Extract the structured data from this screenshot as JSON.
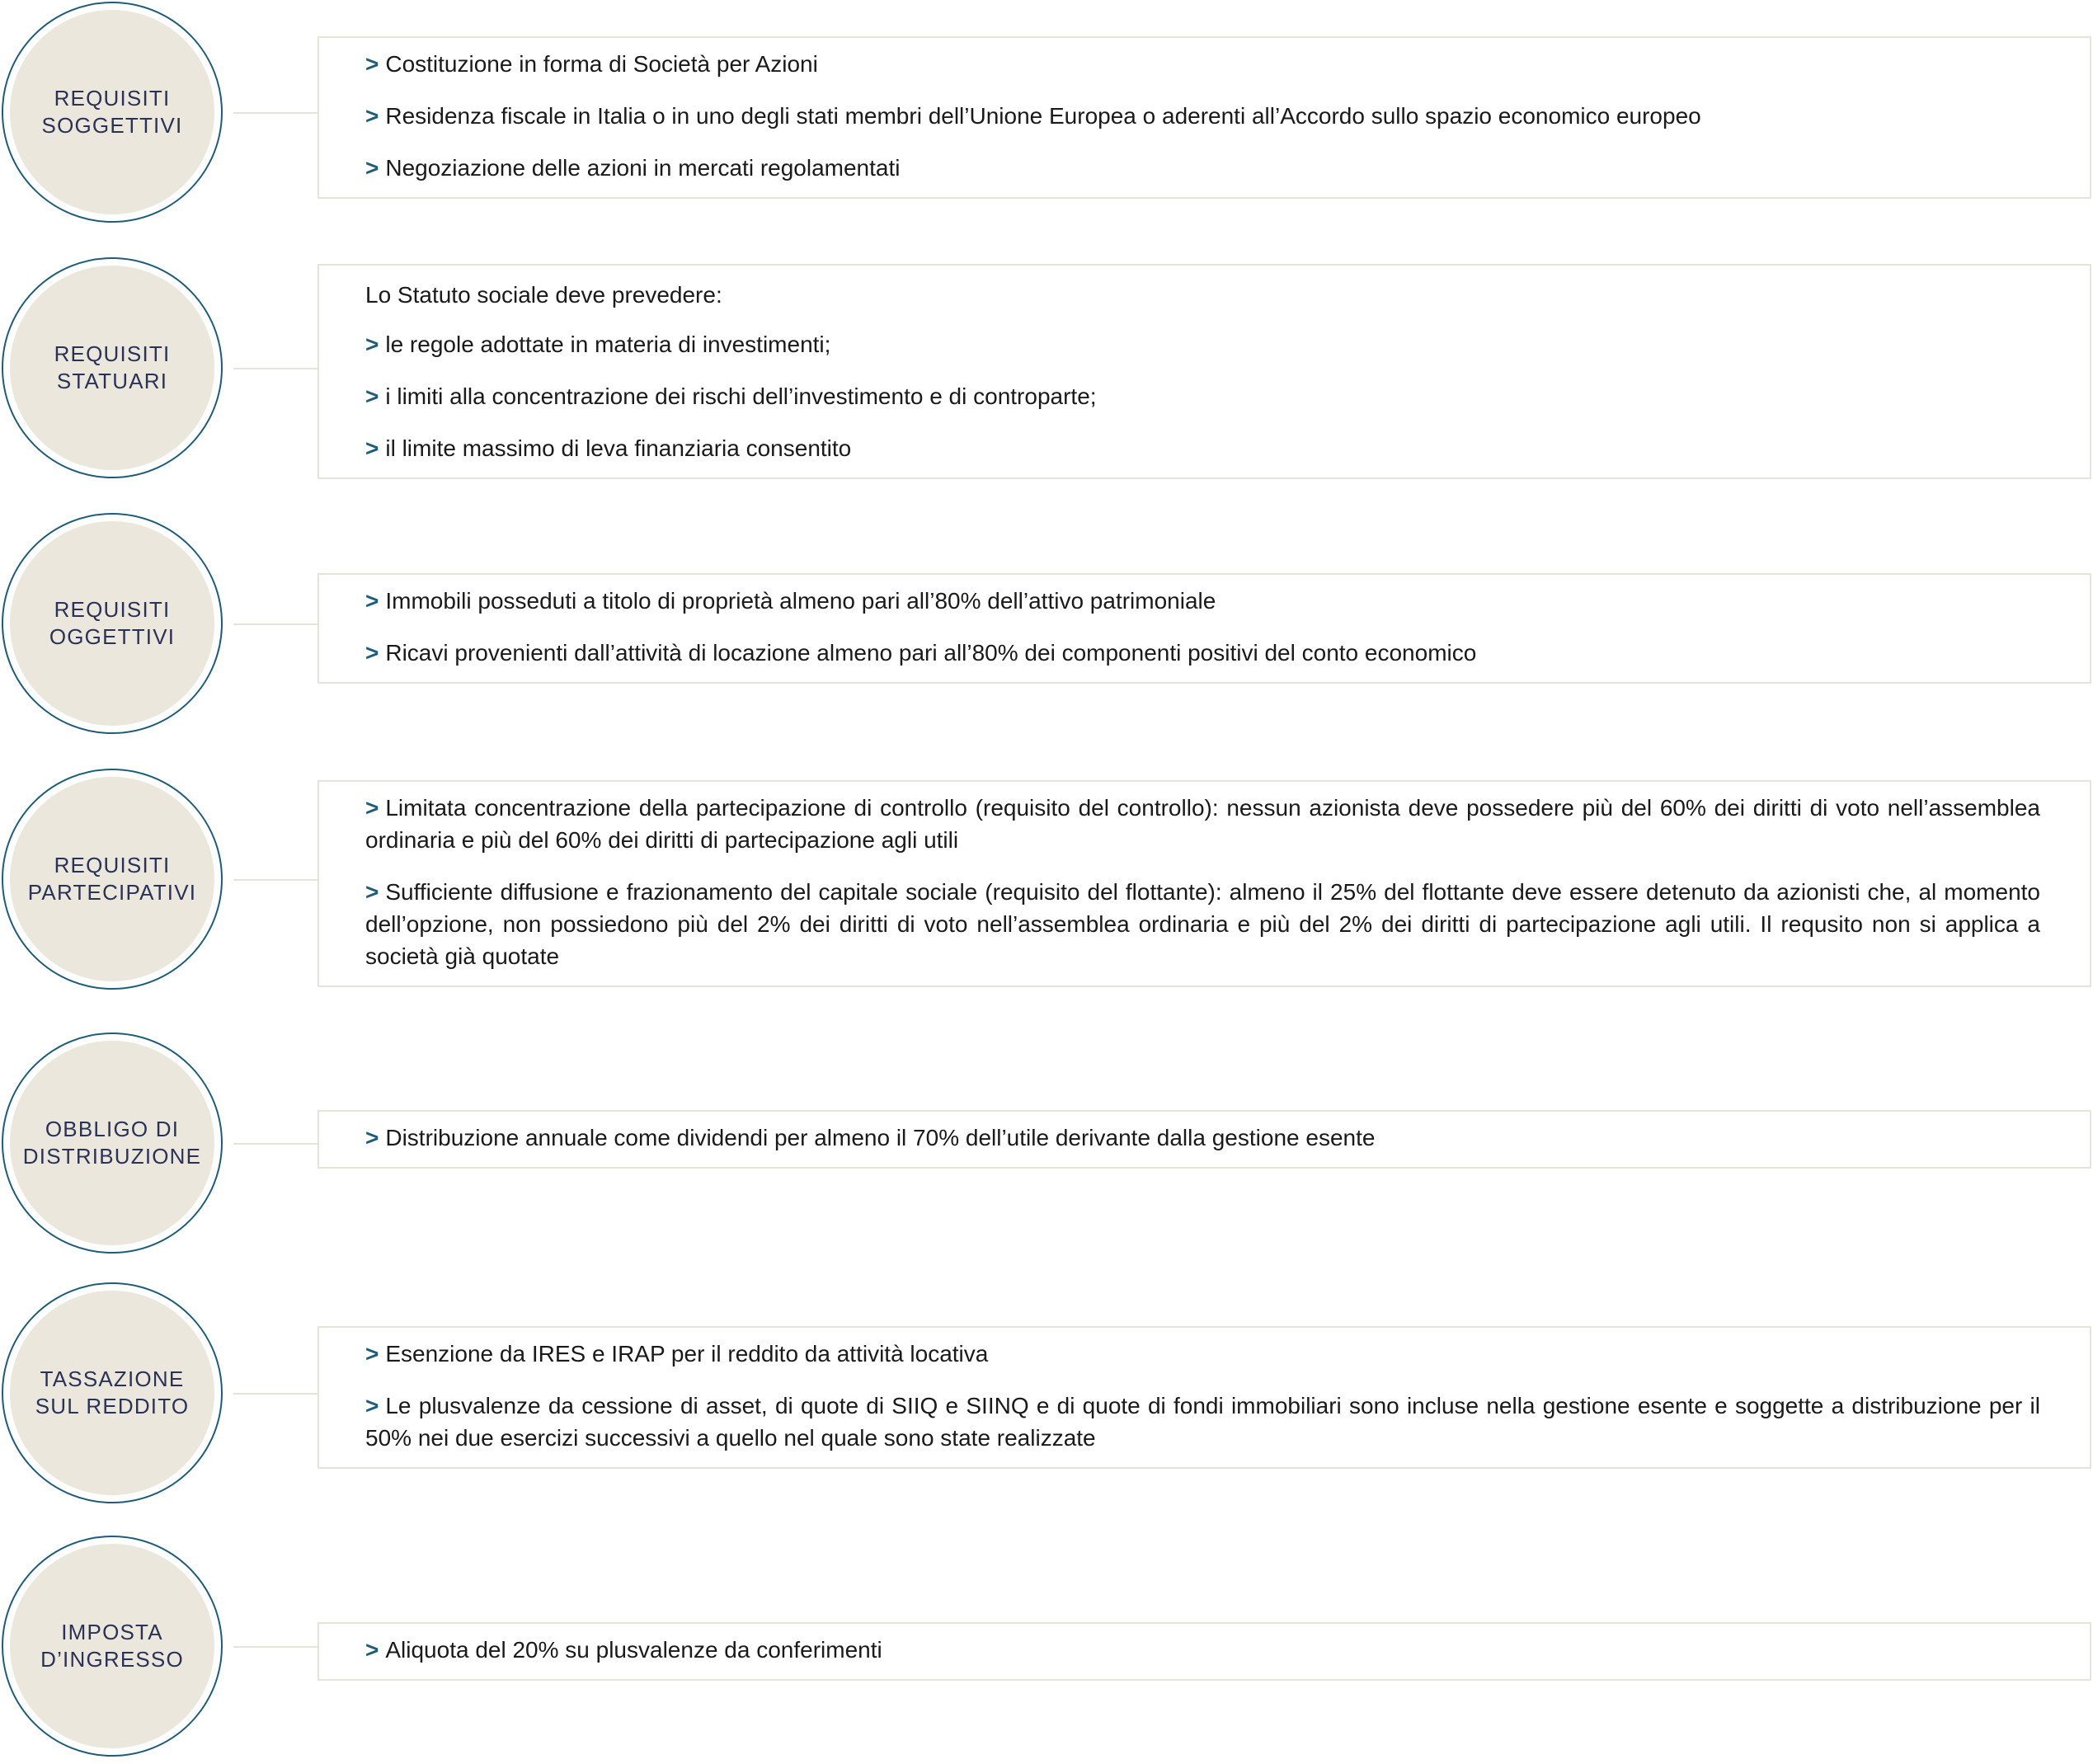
{
  "accent_color": "#1f5c78",
  "circle_fill": "#ebe7dc",
  "rows": [
    {
      "label": "REQUISITI\nSOGGETTIVI",
      "items": [
        "Costituzione in forma di Società per Azioni",
        "Residenza fiscale in Italia o in uno degli stati membri dell’Unione Europea o aderenti all’Accordo sullo spazio economico europeo",
        "Negoziazione delle azioni in mercati regolamentati"
      ]
    },
    {
      "label": "REQUISITI\nSTATUARI",
      "intro": "Lo Statuto sociale deve prevedere:",
      "items": [
        "le regole adottate in materia di investimenti;",
        "i limiti alla concentrazione dei rischi dell’investimento e di controparte;",
        "il limite massimo di leva finanziaria consentito"
      ]
    },
    {
      "label": "REQUISITI\nOGGETTIVI",
      "items": [
        "Immobili posseduti a titolo di proprietà almeno pari all’80% dell’attivo patrimoniale",
        "Ricavi provenienti dall’attività di locazione almeno pari all’80% dei componenti positivi del conto economico"
      ]
    },
    {
      "label": "REQUISITI\nPARTECIPATIVI",
      "items": [
        "Limitata concentrazione della partecipazione di controllo (requisito del controllo): nessun azionista deve possedere più del 60% dei diritti di voto nell’assemblea ordinaria e più del 60% dei diritti di partecipazione agli utili",
        "Sufficiente diffusione e frazionamento del capitale sociale (requisito del flottante): almeno il 25% del flottante deve essere detenuto da azionisti che, al momento dell’opzione, non possiedono più del 2% dei diritti di voto nell’assemblea ordinaria e più del 2% dei diritti di partecipazione agli utili. Il requsito non si applica a società già quotate"
      ]
    },
    {
      "label": "OBBLIGO DI\nDISTRIBUZIONE",
      "items": [
        "Distribuzione annuale come dividendi per almeno il 70% dell’utile derivante dalla gestione esente"
      ]
    },
    {
      "label": "TASSAZIONE\nSUL REDDITO",
      "items": [
        "Esenzione da IRES e IRAP per il reddito da attività locativa",
        "Le plusvalenze da cessione di asset, di quote di SIIQ e SIINQ e di quote di fondi immobiliari sono incluse nella gestione esente e soggette a distribuzione per il 50% nei due esercizi successivi a quello nel quale sono state realizzate"
      ]
    },
    {
      "label": "IMPOSTA\nD’INGRESSO",
      "items": [
        "Aliquota del 20% su plusvalenze da conferimenti"
      ]
    }
  ]
}
